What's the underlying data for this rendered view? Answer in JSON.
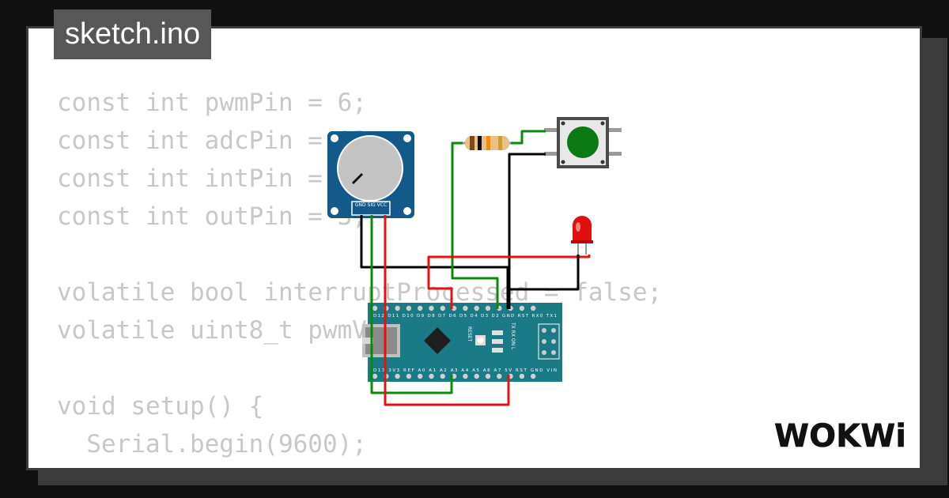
{
  "file_tab": {
    "label": "sketch.ino"
  },
  "code_lines": [
    "const int pwmPin = 6;",
    "const int adcPin = A3;",
    "const int intPin = 2;",
    "const int outPin = 3;",
    "",
    "volatile bool interruptProcessed = false;",
    "volatile uint8_t pwmValue = 0;",
    "",
    "void setup() {",
    "  Serial.begin(9600);"
  ],
  "potentiometer": {
    "pin_labels": "GND SIG VCC"
  },
  "arduino_nano": {
    "top_pin_labels": "D12 D11 D10 D9 D8 D7 D6 D5 D4 D3 D2 GND RST RX0 TX1",
    "bottom_pin_labels": "D13 3V3 REF A0 A1 A2 A3 A4 A5 A6 A7 5V RST GND VIN",
    "reset_label": "RESET",
    "led_labels": "TX RX ON L"
  },
  "logo": {
    "text": "WOKWi"
  },
  "colors": {
    "board": "#1a7a86",
    "pot_body": "#135a8a",
    "button_cap": "#0a7a14",
    "led": "#e01010",
    "wire_green": "#0a8a0a",
    "wire_red": "#e81010",
    "wire_black": "#000000"
  }
}
